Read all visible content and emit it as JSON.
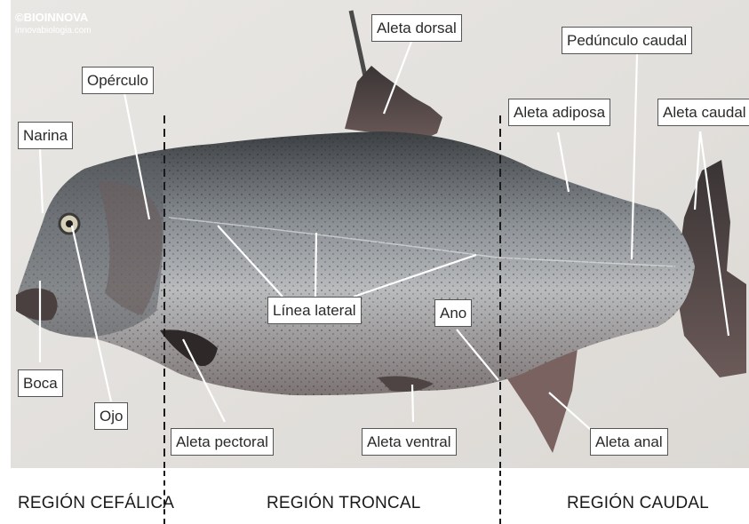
{
  "credit": {
    "brand": "©BIOINNOVA",
    "site": "innovabiologia.com"
  },
  "labels": {
    "aleta_dorsal": "Aleta dorsal",
    "pedunculo_caudal": "Pedúnculo caudal",
    "operculo": "Opérculo",
    "aleta_adiposa": "Aleta adiposa",
    "aleta_caudal": "Aleta caudal",
    "narina": "Narina",
    "linea_lateral": "Línea lateral",
    "ano": "Ano",
    "boca": "Boca",
    "ojo": "Ojo",
    "aleta_pectoral": "Aleta pectoral",
    "aleta_ventral": "Aleta ventral",
    "aleta_anal": "Aleta anal"
  },
  "regions": {
    "cefalica": "REGIÓN CEFÁLICA",
    "troncal": "REGIÓN TRONCAL",
    "caudal": "REGIÓN CAUDAL"
  },
  "colors": {
    "background": "#e6e4e1",
    "fish_body": "#8a8d90",
    "fins": "#3a3536",
    "label_border": "#555555"
  }
}
